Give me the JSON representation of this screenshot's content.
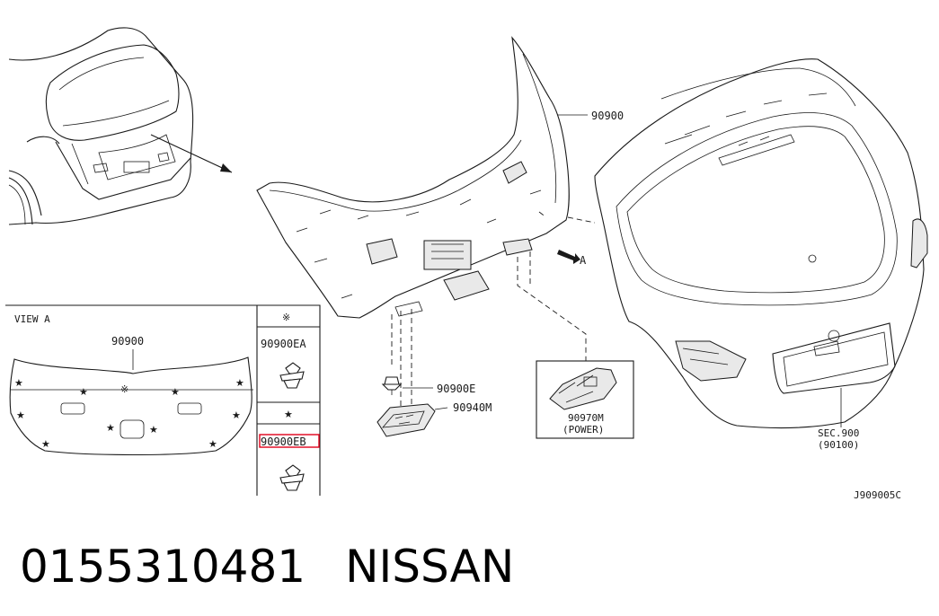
{
  "labels": {
    "trim_main": "90900",
    "view_label": "VIEW A",
    "view_trim": "90900",
    "view_arrow": "A",
    "clip_ea": "90900EA",
    "clip_eb": "90900EB",
    "clip_e": "90900E",
    "handle": "90940M",
    "switch": "90970M",
    "switch_note": "(POWER)",
    "sec_ref": "SEC.900",
    "sec_sub": "(90100)",
    "diagram_code": "J909005C",
    "symbol_ea": "※",
    "symbol_eb": "★",
    "view_asterisk": "※"
  },
  "caption": {
    "part_number": "0155310481",
    "brand": "NISSAN"
  },
  "highlight_color": "#e0001a",
  "line_color": "#1a1a1a"
}
